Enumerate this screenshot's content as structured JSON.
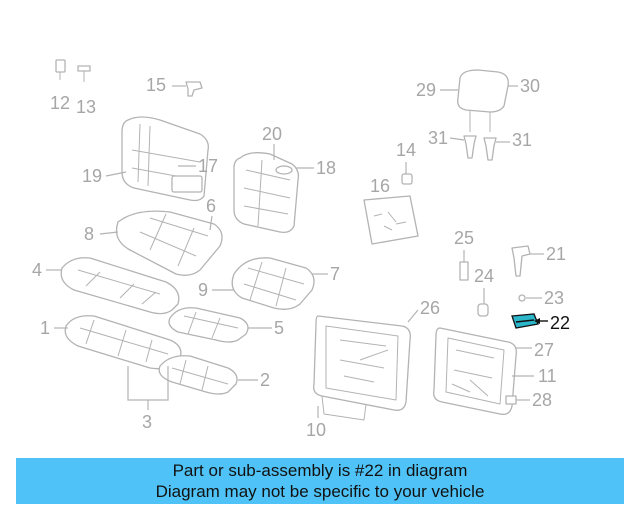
{
  "callouts": {
    "n1": "1",
    "n2": "2",
    "n3": "3",
    "n4": "4",
    "n5": "5",
    "n6": "6",
    "n7": "7",
    "n8": "8",
    "n9": "9",
    "n10": "10",
    "n11": "11",
    "n12": "12",
    "n13": "13",
    "n14": "14",
    "n15": "15",
    "n16": "16",
    "n17": "17",
    "n18": "18",
    "n19": "19",
    "n20": "20",
    "n21": "21",
    "n22": "22",
    "n23": "23",
    "n24": "24",
    "n25": "25",
    "n26": "26",
    "n27": "27",
    "n28": "28",
    "n29": "29",
    "n30": "30",
    "n31a": "31",
    "n31b": "31"
  },
  "highlighted_part": "22",
  "colors": {
    "banner_bg": "#4fc3f7",
    "highlight": "#2bb6c9",
    "line_art": "#b3b3b3"
  },
  "banner": {
    "line1": "Part or sub-assembly is #22 in diagram",
    "line2": "Diagram may not be specific to your vehicle"
  }
}
